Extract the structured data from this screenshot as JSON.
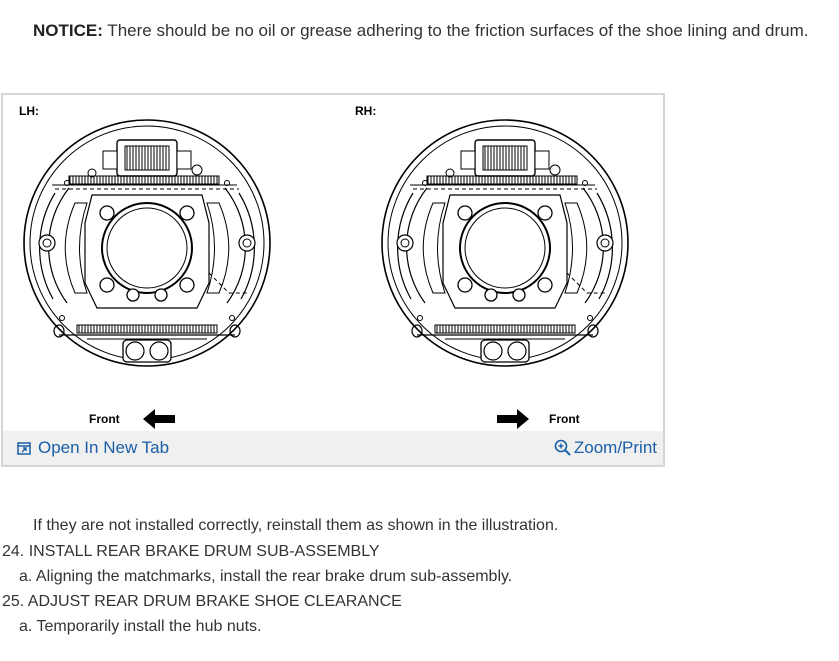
{
  "notice": {
    "label": "NOTICE:",
    "text": " There should be no oil or grease adhering to the friction surfaces of the shoe lining and drum."
  },
  "figure": {
    "left_label": "LH:",
    "right_label": "RH:",
    "left_front": "Front",
    "right_front": "Front",
    "open_tab_label": "Open In New Tab",
    "zoom_label": "Zoom/Print",
    "icons": [
      "open-new-tab-icon",
      "zoom-icon",
      "arrow-left-icon",
      "arrow-right-icon"
    ]
  },
  "body": {
    "line1": "If they are not installed correctly, reinstall them as shown in the illustration.",
    "step24": "24. INSTALL REAR BRAKE DRUM SUB-ASSEMBLY",
    "step24a": "a. Aligning the matchmarks, install the rear brake drum sub-assembly.",
    "step25": "25. ADJUST REAR DRUM BRAKE SHOE CLEARANCE",
    "step25a": "a. Temporarily install the hub nuts."
  },
  "colors": {
    "link": "#1a5fa8",
    "toolbar": "#f0f0f0",
    "border": "#d6d6d6",
    "text": "#333333"
  }
}
